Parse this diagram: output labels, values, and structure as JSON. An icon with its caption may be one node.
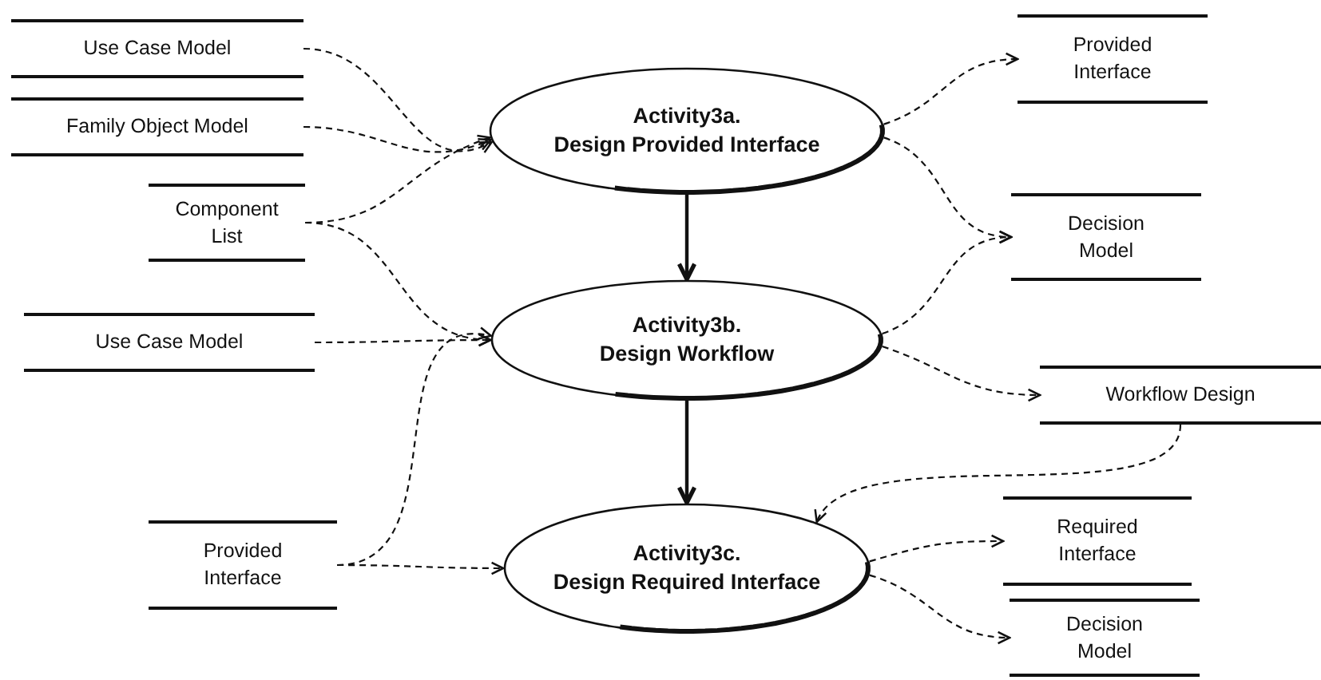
{
  "diagram": {
    "nodes": [
      {
        "text": [
          "Use Case Model"
        ]
      },
      {
        "text": [
          "Family Object Model"
        ]
      },
      {
        "text": [
          "Component List"
        ]
      },
      {
        "text": [
          "Use Case Model"
        ]
      },
      {
        "text": [
          "Provided Interface"
        ]
      },
      {
        "text": [
          "Activity3a.",
          "Design Provided Interface"
        ]
      },
      {
        "text": [
          "Activity3b.",
          "Design Workflow"
        ]
      },
      {
        "text": [
          "Activity3c.",
          "Design Required Interface"
        ]
      },
      {
        "text": [
          "Provided Interface"
        ]
      },
      {
        "text": [
          "Decision Model"
        ]
      },
      {
        "text": [
          "Workflow Design"
        ]
      },
      {
        "text": [
          "Required Interface"
        ]
      },
      {
        "text": [
          "Decision Model"
        ]
      }
    ],
    "edges": [
      {
        "from": 0,
        "to": 5,
        "arrow": "to",
        "style": "dashed"
      },
      {
        "from": 1,
        "to": 5,
        "arrow": "to",
        "style": "dashed"
      },
      {
        "from": 2,
        "to": 5,
        "arrow": "to",
        "style": "dashed"
      },
      {
        "from": 2,
        "to": 6,
        "arrow": "to",
        "style": "dashed"
      },
      {
        "from": 3,
        "to": 6,
        "arrow": "to",
        "style": "dashed"
      },
      {
        "from": 4,
        "to": 6,
        "arrow": "to",
        "style": "dashed"
      },
      {
        "from": 4,
        "to": 7,
        "arrow": "to",
        "style": "dashed"
      },
      {
        "from": 5,
        "to": 8,
        "arrow": "to",
        "style": "dashed"
      },
      {
        "from": 5,
        "to": 9,
        "arrow": "to",
        "style": "dashed"
      },
      {
        "from": 6,
        "to": 9,
        "arrow": "to",
        "style": "dashed"
      },
      {
        "from": 6,
        "to": 10,
        "arrow": "to",
        "style": "dashed"
      },
      {
        "from": 10,
        "to": 7,
        "arrow": "to",
        "style": "dashed"
      },
      {
        "from": 7,
        "to": 11,
        "arrow": "to",
        "style": "dashed"
      },
      {
        "from": 7,
        "to": 12,
        "arrow": "to",
        "style": "dashed"
      },
      {
        "from": 5,
        "to": 6,
        "arrow": "to"
      },
      {
        "from": 6,
        "to": 7,
        "arrow": "to"
      }
    ]
  }
}
